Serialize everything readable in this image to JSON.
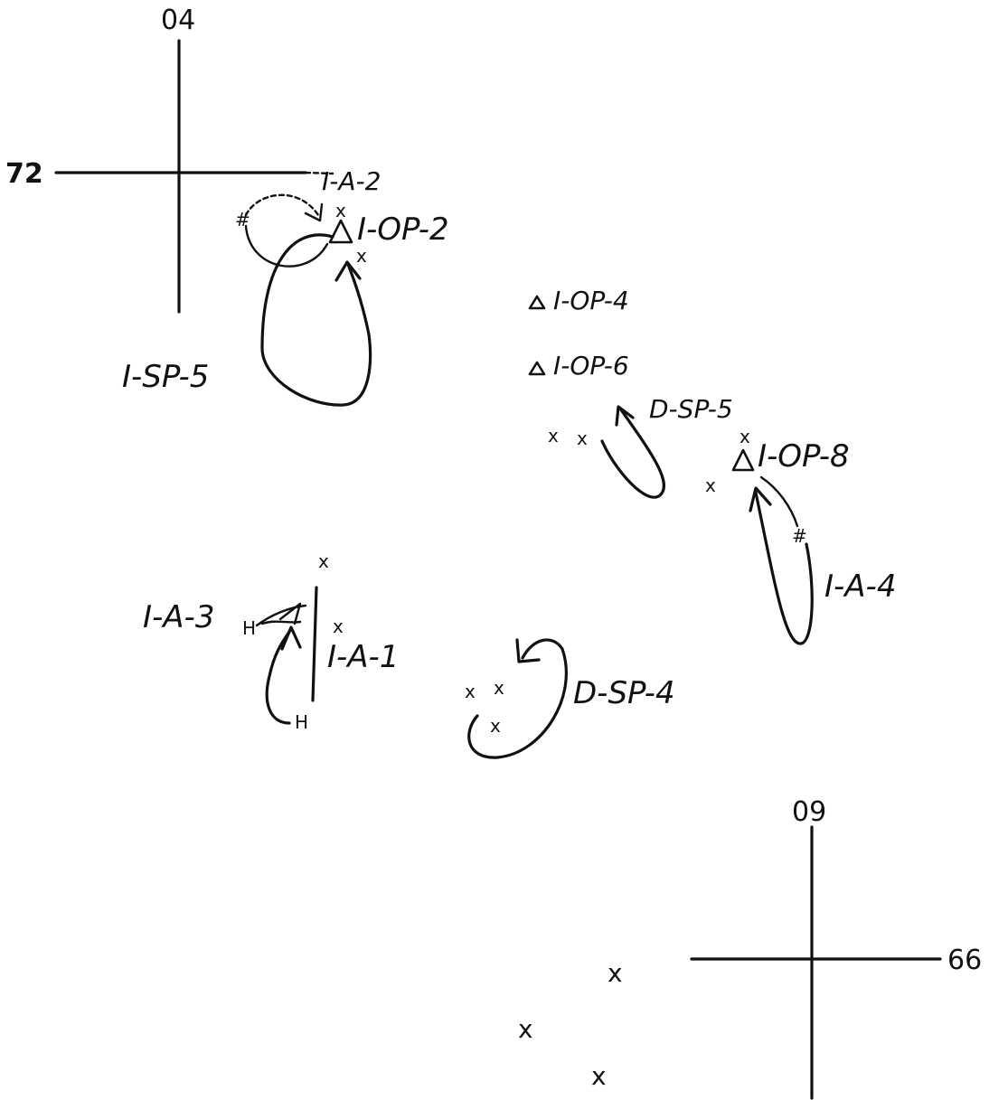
{
  "crosshairs": {
    "top_left": {
      "top_label": "04",
      "left_label": "72"
    },
    "bottom_right": {
      "top_label": "09",
      "right_label": "66"
    }
  },
  "labels": {
    "ia2": "I-A-2",
    "iop2": "I-OP-2",
    "isp5": "I-SP-5",
    "iop4": "I-OP-4",
    "iop6": "I-OP-6",
    "dsp5": "D-SP-5",
    "iop8": "I-OP-8",
    "ia4": "I-A-4",
    "ia3": "I-A-3",
    "ia1": "I-A-1",
    "dsp4": "D-SP-4"
  },
  "marks": {
    "x": "x",
    "hash": "#",
    "h": "H"
  }
}
